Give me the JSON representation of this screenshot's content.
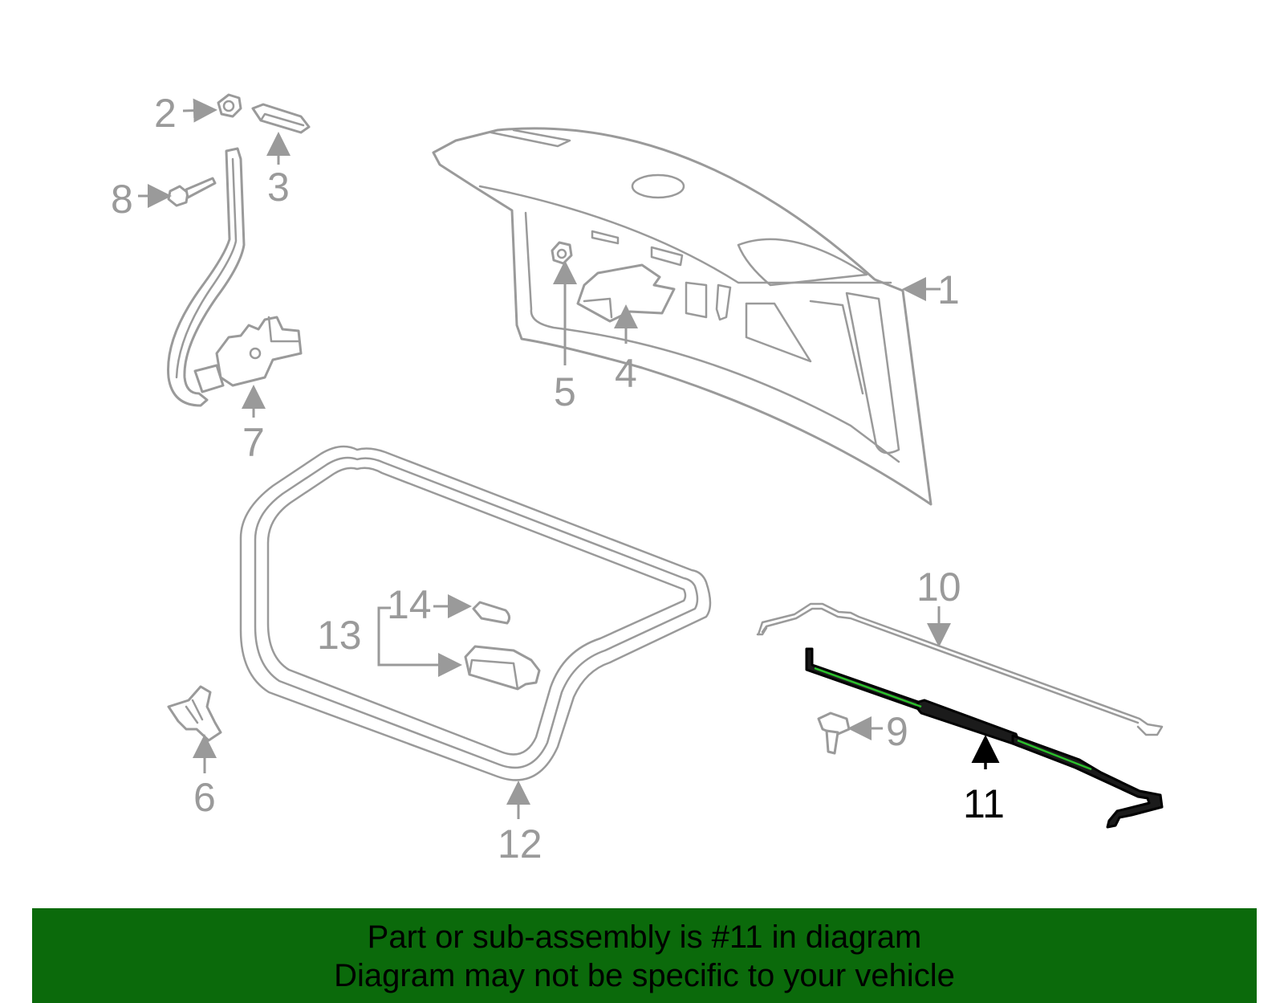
{
  "diagram": {
    "callouts": {
      "c1": "1",
      "c2": "2",
      "c3": "3",
      "c4": "4",
      "c5": "5",
      "c6": "6",
      "c7": "7",
      "c8": "8",
      "c9": "9",
      "c10": "10",
      "c11": "11",
      "c12": "12",
      "c13": "13",
      "c14": "14"
    },
    "highlighted_part": "11",
    "colors": {
      "part_line": "#9a9a9a",
      "highlight": "#000000",
      "highlight_accent": "#2bbf2b"
    }
  },
  "banner": {
    "line1": "Part or sub-assembly is #11 in diagram",
    "line2": "Diagram may not be specific to your vehicle",
    "background": "#0b6a0b"
  }
}
